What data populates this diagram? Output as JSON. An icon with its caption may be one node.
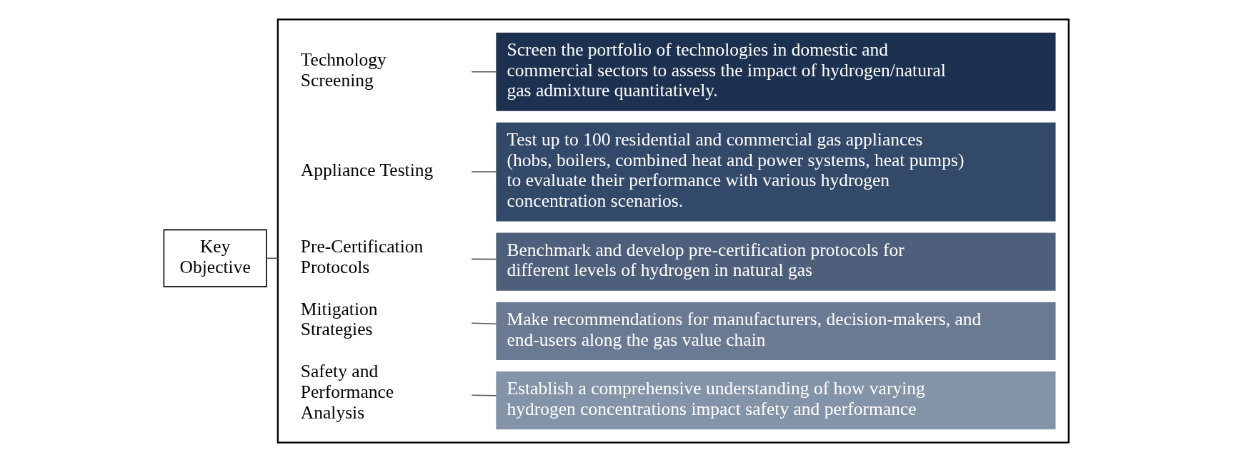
{
  "diagram": {
    "nodes": [
      {
        "text": [
          "Key Objective"
        ]
      },
      {
        "text": [],
        "shape": "box"
      },
      {
        "text": [
          "Technology Screening"
        ],
        "in": 1
      },
      {
        "text": [
          "Screen the portfolio of technologies in domestic and commercial sectors to assess the impact of hydrogen/natural gas admixture quantitatively."
        ],
        "in": 1
      },
      {
        "text": [
          "Appliance Testing"
        ],
        "in": 1
      },
      {
        "text": [
          "Test up to 100 residential and commercial gas appliances (hobs, boilers, combined heat and power systems, heat pumps) to evaluate their performance with various hydrogen concentration scenarios."
        ],
        "in": 1
      },
      {
        "text": [
          "Pre-Certification Protocols"
        ],
        "in": 1
      },
      {
        "text": [
          "Benchmark and develop pre-certification protocols for different levels of hydrogen in natural gas"
        ],
        "in": 1
      },
      {
        "text": [
          "Mitigation Strategies"
        ],
        "in": 1
      },
      {
        "text": [
          "Make recommendations for manufacturers, decision-makers, and end-users along the gas value chain"
        ],
        "in": 1
      },
      {
        "text": [
          "Safety and Performance Analysis"
        ],
        "in": 1
      },
      {
        "text": [
          "Establish a comprehensive understanding of how varying hydrogen concentrations impact safety and performance"
        ],
        "in": 1
      }
    ],
    "edges": [
      {
        "from": 0,
        "to": 1,
        "arrow": "none"
      },
      {
        "from": 2,
        "to": 3,
        "arrow": "none"
      },
      {
        "from": 4,
        "to": 5,
        "arrow": "none"
      },
      {
        "from": 6,
        "to": 7,
        "arrow": "none"
      },
      {
        "from": 8,
        "to": 9,
        "arrow": "none"
      },
      {
        "from": 10,
        "to": 11,
        "arrow": "none"
      }
    ]
  }
}
